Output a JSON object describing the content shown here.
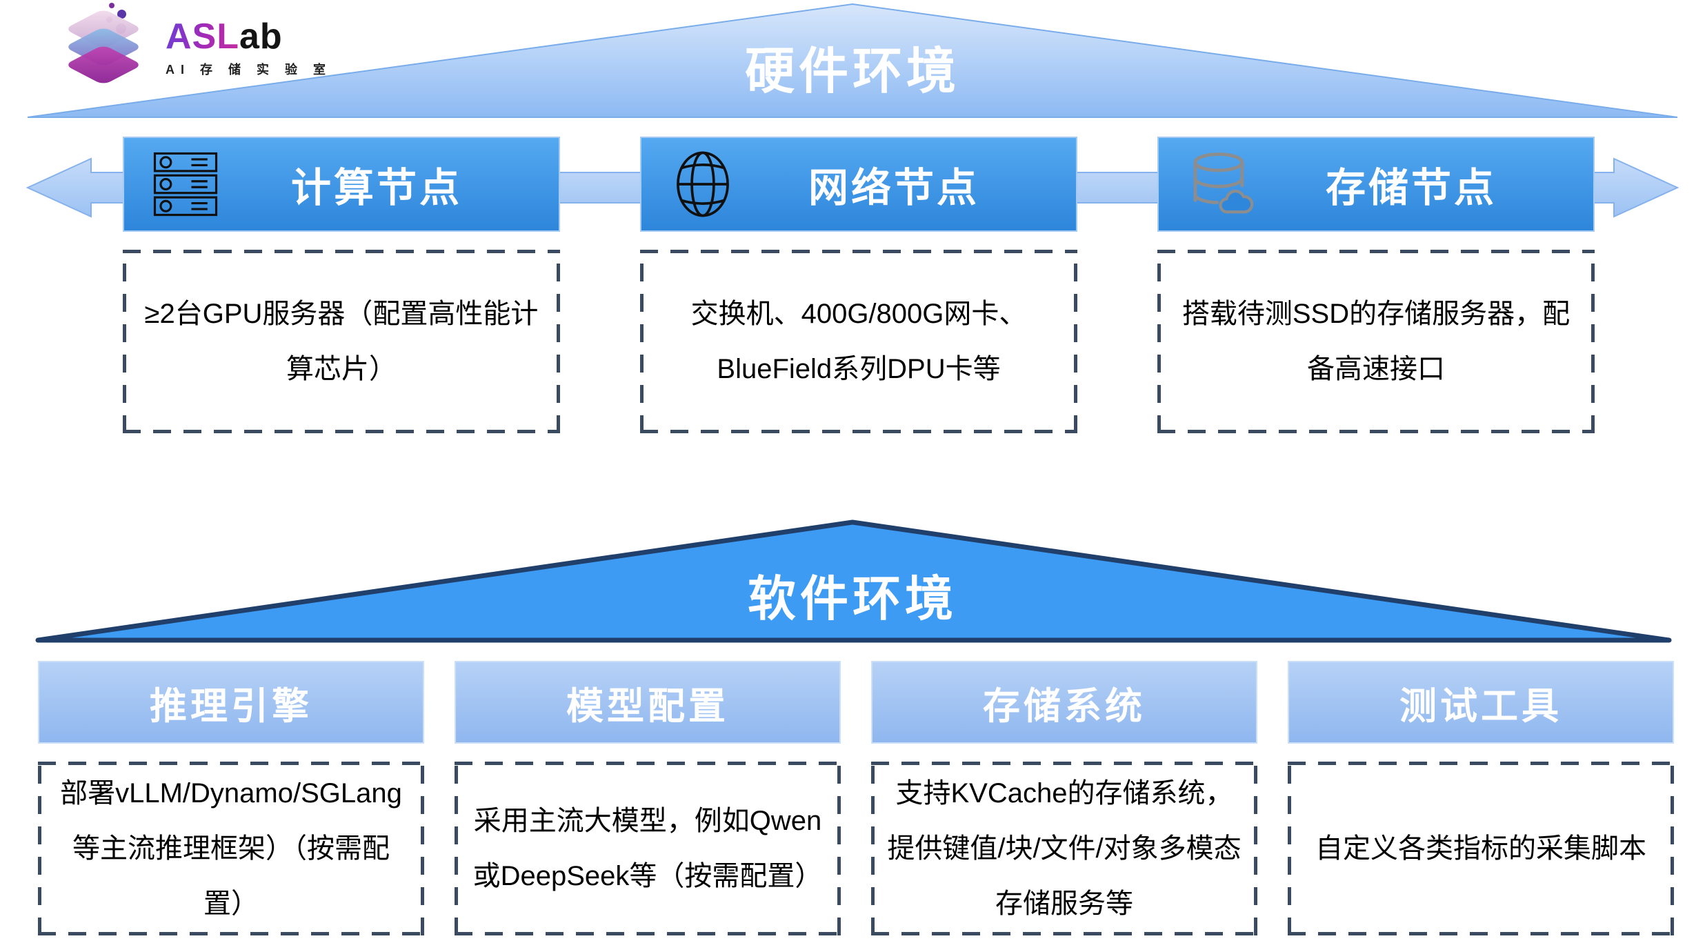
{
  "logo": {
    "brand_primary": "ASL",
    "brand_secondary": "ab",
    "subtitle": "AI 存 储 实 验 室"
  },
  "hardware": {
    "title": "硬件环境",
    "nodes": [
      {
        "label": "计算节点",
        "icon": "server-rack-icon",
        "desc": "≥2台GPU服务器（配置高性能计算芯片）"
      },
      {
        "label": "网络节点",
        "icon": "globe-icon",
        "desc": "交换机、400G/800G网卡、BlueField系列DPU卡等"
      },
      {
        "label": "存储节点",
        "icon": "database-cloud-icon",
        "desc": "搭载待测SSD的存储服务器，配备高速接口"
      }
    ]
  },
  "software": {
    "title": "软件环境",
    "nodes": [
      {
        "label": "推理引擎",
        "desc": "部署vLLM/Dynamo/SGLang等主流推理框架）（按需配置）"
      },
      {
        "label": "模型配置",
        "desc": "采用主流大模型，例如Qwen或DeepSeek等（按需配置）"
      },
      {
        "label": "存储系统",
        "desc": "支持KVCache的存储系统，提供键值/块/文件/对象多模态存储服务等"
      },
      {
        "label": "测试工具",
        "desc": "自定义各类指标的采集脚本"
      }
    ]
  },
  "colors": {
    "hardware_banner_fill_top": "#D7E6FB",
    "hardware_banner_fill_bottom": "#8DBAF3",
    "hardware_bar_top": "#55A9F1",
    "hardware_bar_bottom": "#2E86DB",
    "software_banner_fill": "#3E9BF3",
    "software_banner_stroke": "#20406B",
    "software_bar_top": "#B6D1F6",
    "software_bar_bottom": "#8FB7EF",
    "arrow_fill": "#BFD8F8",
    "dashed_border": "#3A4B61",
    "title_text": "#FFFFFF",
    "body_text": "#000000"
  }
}
